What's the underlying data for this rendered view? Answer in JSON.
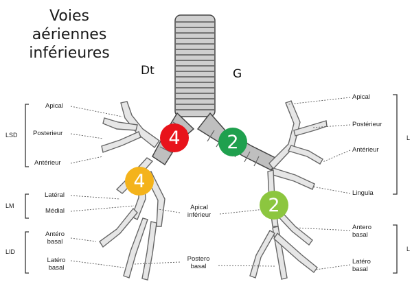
{
  "title_line1": "Voies aériennes",
  "title_line2": "inférieures",
  "side_right": "Dt",
  "side_left": "G",
  "right_lung": {
    "groups": [
      "LSD",
      "LM",
      "LID"
    ],
    "labels": {
      "apical": "Apical",
      "posterieur": "Posterieur",
      "anterieur": "Antérieur",
      "lateral": "Latéral",
      "medial": "Médial",
      "antero_basal_1": "Antéro",
      "antero_basal_2": "basal",
      "latero_basal_1": "Latéro",
      "latero_basal_2": "basal"
    }
  },
  "left_lung": {
    "group_upper": "L",
    "group_lower": "L",
    "labels": {
      "apical": "Apical",
      "posterieur": "Postérieur",
      "anterieur": "Antérieur",
      "lingula": "Lingula",
      "antero_basal_1": "Antero",
      "antero_basal_2": "basal",
      "latero_basal_1": "Latéro",
      "latero_basal_2": "basal"
    }
  },
  "center": {
    "apical_inferieur_1": "Apical",
    "apical_inferieur_2": "inférieur",
    "postero_basal_1": "Postero",
    "postero_basal_2": "basal"
  },
  "badges": [
    {
      "text": "4",
      "color": "#e8131b"
    },
    {
      "text": "2",
      "color": "#1fa04e"
    },
    {
      "text": "4",
      "color": "#f4b31b"
    },
    {
      "text": "2",
      "color": "#8cc63f"
    }
  ]
}
